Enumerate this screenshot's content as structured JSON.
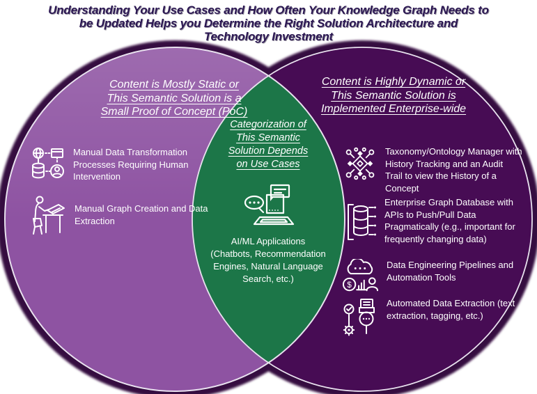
{
  "title": {
    "lines": [
      "Understanding Your Use Cases and How Often Your Knowledge Graph Needs to",
      "be Updated Helps you Determine the Right Solution Architecture and",
      "Technology Investment"
    ]
  },
  "colors": {
    "title_text": "#2B1752",
    "left_circle_fill": "#8E53A2",
    "right_circle_fill": "#470C54",
    "overlap_fill": "#1C7648",
    "outline_band": "#36093F",
    "circle_stroke": "#E9E2EF",
    "body_text": "#FFFFFF"
  },
  "left_circle": {
    "heading_lines": [
      "Content is Mostly Static or",
      "This Semantic Solution is a",
      "Small Proof of Concept (PoC)"
    ],
    "items": [
      {
        "icon": "manual-data-transformation-icon",
        "label": "Manual Data Transformation Processes Requiring Human Intervention"
      },
      {
        "icon": "manual-graph-creation-icon",
        "label": "Manual Graph Creation and Data Extraction"
      }
    ]
  },
  "overlap": {
    "heading_lines": [
      "Categorization of",
      "This Semantic",
      "Solution Depends",
      "on Use Cases"
    ],
    "icon": "ai-ml-chatbot-laptop-icon",
    "label": "AI/ML Applications (Chatbots, Recommendation Engines, Natural Language Search, etc.)"
  },
  "right_circle": {
    "heading_lines": [
      "Content is Highly Dynamic or",
      "This Semantic Solution is",
      "Implemented Enterprise-wide"
    ],
    "items": [
      {
        "icon": "taxonomy-ontology-manager-icon",
        "label": "Taxonomy/Ontology Manager with History Tracking and an Audit Trail to view the History of a Concept"
      },
      {
        "icon": "enterprise-graph-database-icon",
        "label": "Enterprise Graph Database with APIs to Push/Pull Data Pragmatically (e.g., important for frequently changing data)"
      },
      {
        "icon": "data-engineering-pipelines-icon",
        "label": "Data Engineering Pipelines and Automation Tools"
      },
      {
        "icon": "automated-data-extraction-icon",
        "label": "Automated Data Extraction (text extraction, tagging, etc.)"
      }
    ]
  }
}
